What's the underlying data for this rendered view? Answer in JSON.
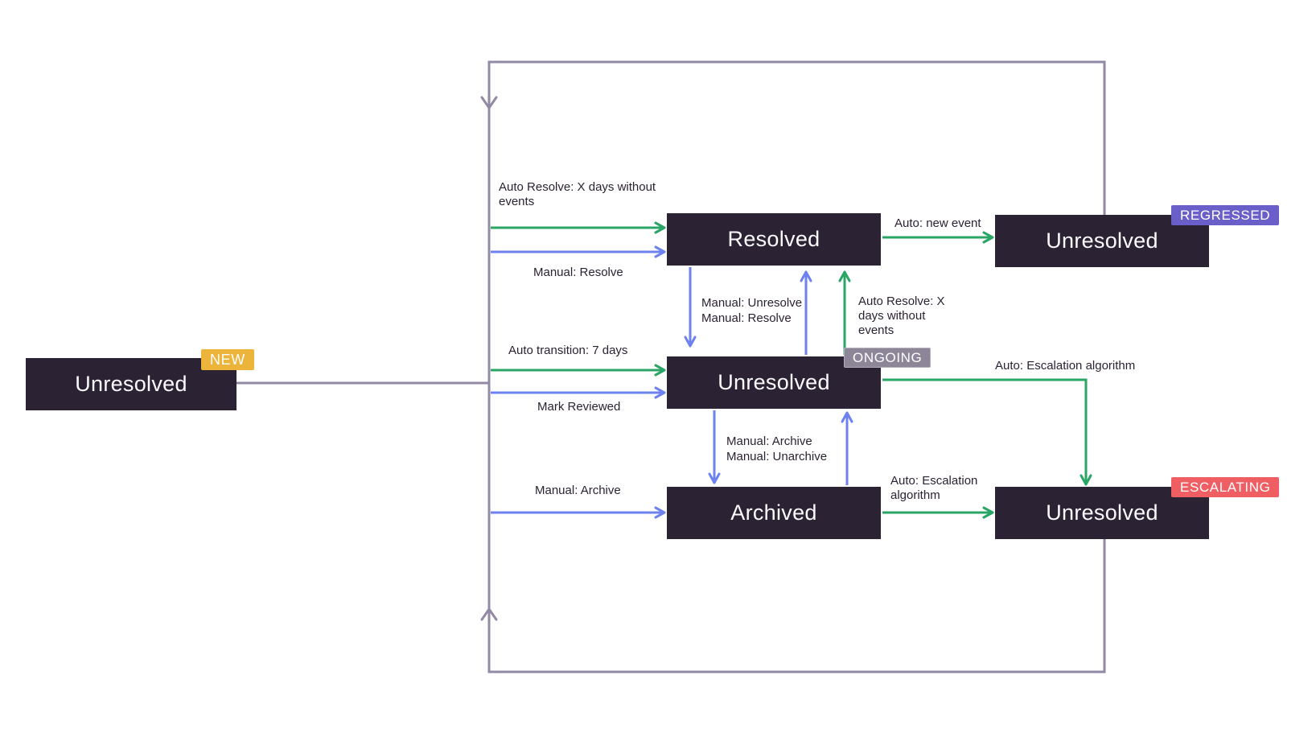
{
  "states": {
    "new": {
      "label": "Unresolved",
      "badge": "NEW"
    },
    "resolved": {
      "label": "Resolved"
    },
    "regressed": {
      "label": "Unresolved",
      "badge": "REGRESSED"
    },
    "ongoing": {
      "label": "Unresolved",
      "badge": "ONGOING"
    },
    "archived": {
      "label": "Archived"
    },
    "escalating": {
      "label": "Unresolved",
      "badge": "ESCALATING"
    }
  },
  "labels": {
    "auto_resolve_top": "Auto Resolve: X days without\nevents",
    "manual_resolve_top": "Manual: Resolve",
    "auto_new_event": "Auto: new event",
    "manual_unresolve_resolve": "Manual: Unresolve\nManual: Resolve",
    "auto_resolve_ongoing": "Auto Resolve: X\ndays without\nevents",
    "auto_transition": "Auto transition: 7 days",
    "mark_reviewed": "Mark Reviewed",
    "auto_escalation_ongoing": "Auto: Escalation algorithm",
    "manual_archive_unarchive": "Manual: Archive\nManual: Unarchive",
    "manual_archive": "Manual: Archive",
    "auto_escalation_archived": "Auto: Escalation\nalgorithm"
  },
  "colors": {
    "state_box": "#2b2233",
    "state_text": "#fbfafc",
    "auto_arrow_green": "#2aa566",
    "manual_arrow_blue": "#6d82ef",
    "loop_line": "#9289a5",
    "badge_new": "#edb43c",
    "badge_regressed": "#6a5fc8",
    "badge_ongoing": "#8d8598",
    "badge_escalating": "#ee5e63",
    "label_text": "#2b2233"
  }
}
